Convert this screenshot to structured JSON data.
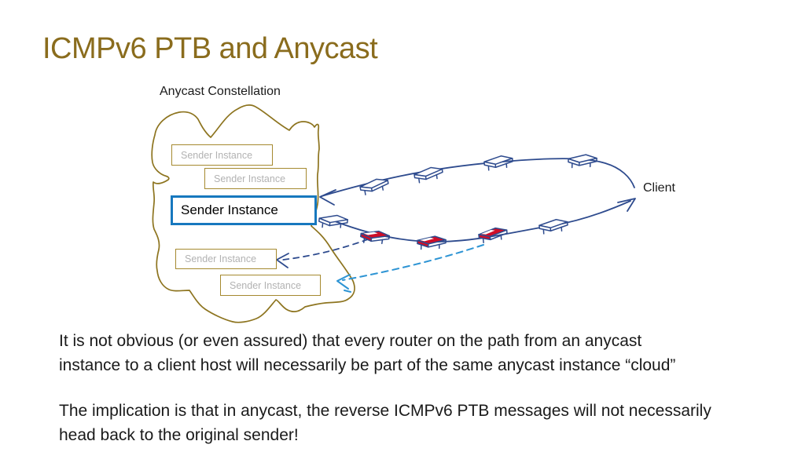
{
  "slide": {
    "title": "ICMPv6 PTB and Anycast",
    "diagram": {
      "constellation_label": "Anycast Constellation",
      "client_label": "Client",
      "sender_boxes": [
        {
          "label": "Sender Instance",
          "highlighted": false
        },
        {
          "label": "Sender Instance",
          "highlighted": false
        },
        {
          "label": "Sender Instance",
          "highlighted": true
        },
        {
          "label": "Sender Instance",
          "highlighted": false
        },
        {
          "label": "Sender Instance",
          "highlighted": false
        }
      ],
      "icons": {
        "router_plain": "router-icon",
        "router_red": "red-router-icon",
        "cloud": "anycast-cloud-outline"
      }
    },
    "body": {
      "p1_line1": "It is not obvious (or even assured) that every router on the path from an anycast",
      "p1_line2": "instance to a client host will necessarily be part of the same anycast instance “cloud”",
      "p2_line1": "The implication is that in anycast, the reverse ICMPv6 PTB messages will not necessarily",
      "p2_line2": "head back to the original sender!"
    }
  },
  "colors": {
    "title": "#8a6c1d",
    "cloud": "#8d741f",
    "gold_border": "#a5892f",
    "gold_text": "#b2b2b2",
    "highlight": "#1778be",
    "navy": "#2e4b8e",
    "sky": "#2d94d4",
    "red": "#cf0e28",
    "ink": "#1a1a1a"
  }
}
